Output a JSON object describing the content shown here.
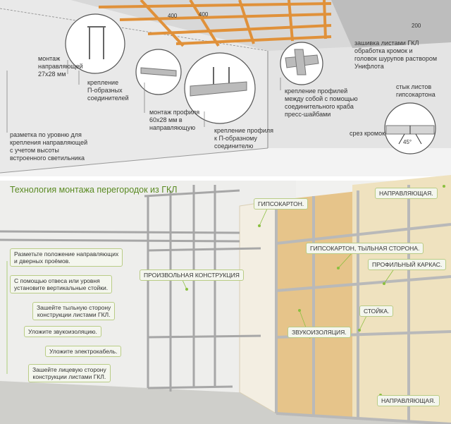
{
  "top": {
    "dims": {
      "d1": "400",
      "d2": "400",
      "d3": "200"
    },
    "labels": {
      "guide": "монтаж\nнаправляющей\n27х28 мм",
      "hanger": "крепление\nП-образных\nсоединителей",
      "profile": "монтаж профиля\n60х28 мм в\nнаправляющую",
      "profile_fix": "крепление профиля\nк П-образному\nсоединителю",
      "crab": "крепление профилей\nмежду собой с помощью\nсоединительного краба\nпресс-шайбами",
      "sheathing": "зашивка листами ГКЛ\nобработка кромок и\nголовок шурупов раствором\nУнифлота",
      "marking": "разметка по уровню для\nкрепления направляющей\nс учетом высоты\nвстроенного светильника",
      "joint": "стык листов\nгипсокартона",
      "edge_cut": "срез кромок",
      "angle": "45°"
    }
  },
  "bottom": {
    "title": "Технология монтажа перегородок из ГКЛ",
    "steps": [
      "Разметьте положение направляющих\nи дверных проёмов.",
      "С помощью отвеса или уровня\nустановите вертикальные стойки.",
      "Зашейте тыльную сторону\nконструкции листами ГКЛ.",
      "Уложите звукоизоляцию.",
      "Уложите электрокабель.",
      "Зашейте лицевую сторону\nконструкции листами ГКЛ."
    ],
    "callouts": {
      "drywall": "ГИПСОКАРТОН.",
      "guide_top": "НАПРАВЛЯЮЩАЯ.",
      "drywall_back": "ГИПСОКАРТОН, ТЫЛЬНАЯ СТОРОНА.",
      "frame": "ПРОФИЛЬНЫЙ КАРКАС.",
      "free_construction": "ПРОИЗВОЛЬНАЯ КОНСТРУКЦИЯ",
      "stud": "СТОЙКА.",
      "insulation": "ЗВУКОИЗОЛЯЦИЯ.",
      "guide_bottom": "НАПРАВЛЯЮЩАЯ."
    }
  },
  "colors": {
    "wood": "#e0913a",
    "wall": "#e8e8e8",
    "accent_green": "#5a8a22",
    "cork": "#e6c48a"
  }
}
